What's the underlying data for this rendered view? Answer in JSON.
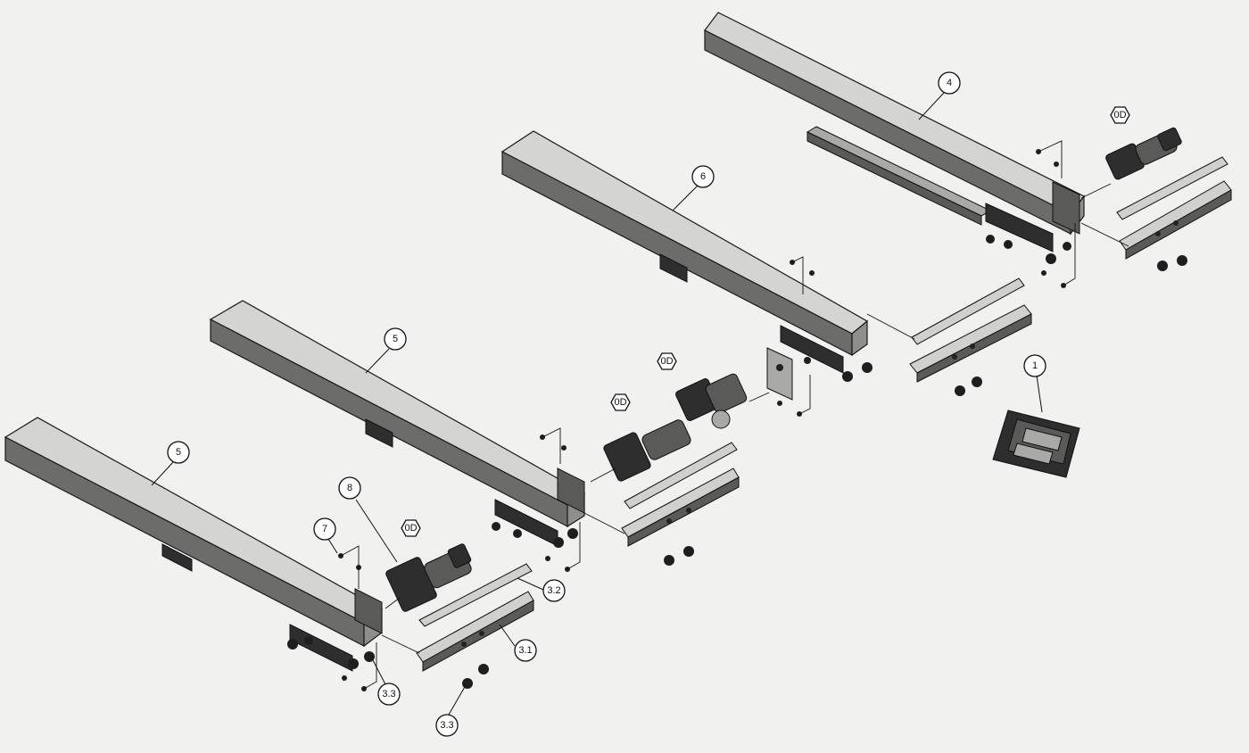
{
  "callouts": [
    {
      "id": "callout-4",
      "label": "4",
      "shape": "circle"
    },
    {
      "id": "callout-6",
      "label": "6",
      "shape": "circle"
    },
    {
      "id": "callout-5a",
      "label": "5",
      "shape": "circle"
    },
    {
      "id": "callout-5b",
      "label": "5",
      "shape": "circle"
    },
    {
      "id": "callout-1",
      "label": "1",
      "shape": "circle"
    },
    {
      "id": "callout-7",
      "label": "7",
      "shape": "circle"
    },
    {
      "id": "callout-8",
      "label": "8",
      "shape": "circle"
    },
    {
      "id": "callout-3-2",
      "label": "3.2",
      "shape": "circle"
    },
    {
      "id": "callout-3-1",
      "label": "3.1",
      "shape": "circle"
    },
    {
      "id": "callout-3-3a",
      "label": "3.3",
      "shape": "circle"
    },
    {
      "id": "callout-3-3b",
      "label": "3.3",
      "shape": "circle"
    },
    {
      "id": "callout-0d-a",
      "label": "0D",
      "shape": "hex"
    },
    {
      "id": "callout-0d-b",
      "label": "0D",
      "shape": "hex"
    },
    {
      "id": "callout-0d-c",
      "label": "0D",
      "shape": "hex"
    },
    {
      "id": "callout-0d-d",
      "label": "0D",
      "shape": "hex"
    }
  ],
  "colors": {
    "background": "#f1f1ef",
    "line": "#111111",
    "beam_top": "#d4d4d0",
    "beam_side": "#6c6c6a"
  }
}
